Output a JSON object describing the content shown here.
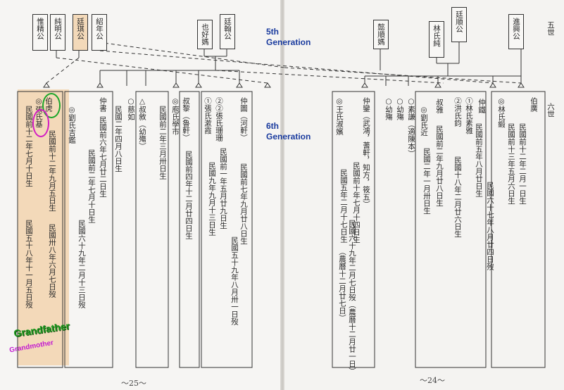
{
  "top_boxes": {
    "weiqing": "惟精公",
    "chunming": "純明公",
    "tingqi": "廷琪公",
    "shaohui": "紹年公",
    "yehao": "也好媽",
    "tinghan": "廷翰公",
    "yixun": "懿順媽",
    "linshi": "林氏純",
    "tingzhen": "廷順公",
    "jinxing": "進興公"
  },
  "generation_labels": {
    "g5_line1": "5th",
    "g5_line2": "Generation",
    "g6_line1": "6th",
    "g6_line2": "Generation"
  },
  "side_labels": {
    "wushi": "五世",
    "liushi": "六世"
  },
  "left_columns": {
    "c1a": "伯虎",
    "c1b": "◎張氏基",
    "c1c": "民國前十二年七月十日生",
    "c1d": "民國五十八年十一月五日歿",
    "c2a": "民國前十二年九月五日生",
    "c2b": "民國卅八年六月七日歿",
    "c3a": "仲書",
    "c3b": "◎劉氏吉鑑",
    "c3c": "民國前六年七月廿二日生",
    "c3d": "民國前二年七月十日生",
    "c3e": "民國六十九年二月十三日歿",
    "c4a": "○慈如",
    "c4b": "民國二年四月八日生",
    "c5a": "△叔敘（幼殤）",
    "c5b": "◎庖氏學市",
    "c5c": "民國前二年三月卅日生",
    "c6a": "叔黎（魯軒）",
    "c6b": "民國前四年十二月廿四日生",
    "c7a": "②②張氏珊珊",
    "c7b": "①張氏漱霞",
    "c7c": "民國前一年五月廿九日生",
    "c7d": "民國九年九月十三日生",
    "c8a": "仲圖（河軒）",
    "c8b": "民國前七年九月廿八日生",
    "c8c": "民國五十九年八月卅一日歿"
  },
  "right_columns": {
    "r1a": "仲鑾（武鴻，蓍軒，知方，筱五）",
    "r1b": "◎王氏淑嬪",
    "r1c": "民國前十年七月十四日生",
    "r1d": "民國五年二月十七日生",
    "r1e": "民國六十九年二月七日歿（農曆十二月廿一日）",
    "r1f": "（農曆十二月廿七日）",
    "r2a": "○幼殤",
    "r2b": "○幼殤",
    "r3a": "○素謙（適陳本）",
    "r4a": "◎劉氏近",
    "r4b": "民國二年一月卅日生",
    "r5a": "叔雅",
    "r5b": "民國前二年九月廿八日生",
    "r6a": "①林氏素雅",
    "r6b": "②洪氏鈞",
    "r6c": "民國十八年二月廿六日生",
    "r7a": "仲鐵",
    "r7b": "民國前五年八月廿日生",
    "r7c": "民國六十七年八月廿四日歿",
    "r8a": "伯廣",
    "r8b": "◎林氏緞",
    "r8c": "民國前十二年二月一日生",
    "r8d": "民國前十三年五月六日生"
  },
  "page_numbers": {
    "left": "～25～",
    "right": "～24～"
  },
  "annotations": {
    "grandfather": "Grandfather",
    "grandmother": "Grandmother"
  }
}
